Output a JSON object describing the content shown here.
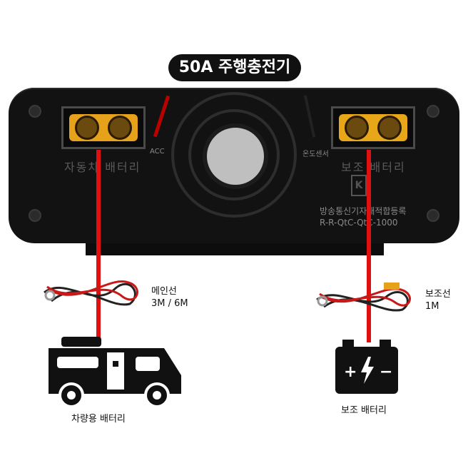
{
  "title": "50A 주행충전기",
  "device": {
    "left_port_label": "자동차 배터리",
    "right_port_label": "보조 배터리",
    "acc_label": "ACC",
    "temp_sensor_label": "온도센서",
    "cert_text": "방송통신기자재적합등록",
    "cert_number": "R-R-QtC-QtC-1000",
    "cert_mark": "K"
  },
  "cables": {
    "main_cable_label": "메인선",
    "main_cable_length": "3M / 6M",
    "aux_cable_label": "보조선",
    "aux_cable_length": "1M"
  },
  "targets": {
    "vehicle_battery_label": "차량용 배터리",
    "aux_battery_label": "보조 배터리"
  },
  "colors": {
    "connector": "#e6a21a",
    "wire_red": "#e01010",
    "device_body": "#121212"
  }
}
